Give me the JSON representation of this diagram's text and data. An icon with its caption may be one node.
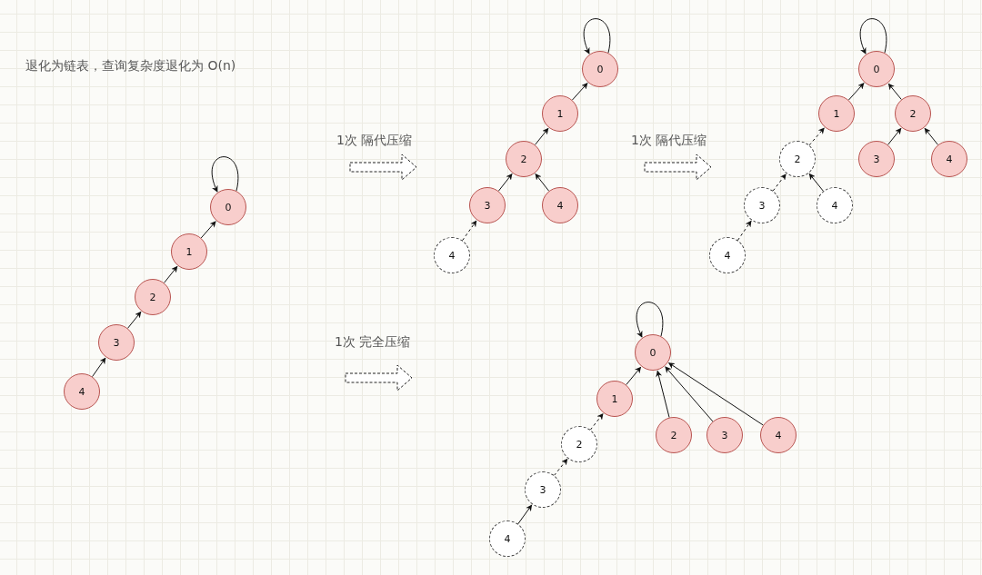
{
  "diagram": {
    "nodes": [
      {
        "text": [
          "0"
        ]
      },
      {
        "text": [
          "1"
        ]
      },
      {
        "text": [
          "2"
        ]
      },
      {
        "text": [
          "3"
        ]
      },
      {
        "text": [
          "4"
        ]
      },
      {
        "text": [
          "0"
        ]
      },
      {
        "text": [
          "1"
        ]
      },
      {
        "text": [
          "2"
        ]
      },
      {
        "text": [
          "3"
        ]
      },
      {
        "text": [
          "4"
        ]
      },
      {
        "text": [
          "4"
        ]
      },
      {
        "text": [
          "0"
        ]
      },
      {
        "text": [
          "1"
        ]
      },
      {
        "text": [
          "2"
        ]
      },
      {
        "text": [
          "3"
        ]
      },
      {
        "text": [
          "4"
        ]
      },
      {
        "text": [
          "2"
        ]
      },
      {
        "text": [
          "3"
        ]
      },
      {
        "text": [
          "4"
        ]
      },
      {
        "text": [
          "4"
        ]
      },
      {
        "text": [
          "0"
        ]
      },
      {
        "text": [
          "1"
        ]
      },
      {
        "text": [
          "2"
        ]
      },
      {
        "text": [
          "3"
        ]
      },
      {
        "text": [
          "4"
        ]
      },
      {
        "text": [
          "2"
        ]
      },
      {
        "text": [
          "3"
        ]
      },
      {
        "text": [
          "4"
        ]
      }
    ],
    "edges": [
      {
        "from": 0,
        "to": 0,
        "arrow": "to"
      },
      {
        "from": 1,
        "to": 0,
        "arrow": "to"
      },
      {
        "from": 2,
        "to": 1,
        "arrow": "to"
      },
      {
        "from": 3,
        "to": 2,
        "arrow": "to"
      },
      {
        "from": 4,
        "to": 3,
        "arrow": "to"
      },
      {
        "from": 5,
        "to": 5,
        "arrow": "to"
      },
      {
        "from": 6,
        "to": 5,
        "arrow": "to"
      },
      {
        "from": 7,
        "to": 6,
        "arrow": "to"
      },
      {
        "from": 8,
        "to": 7,
        "arrow": "to"
      },
      {
        "from": 9,
        "to": 7,
        "arrow": "to"
      },
      {
        "from": 10,
        "to": 8,
        "arrow": "to",
        "style": "dashed"
      },
      {
        "from": 11,
        "to": 11,
        "arrow": "to"
      },
      {
        "from": 12,
        "to": 11,
        "arrow": "to"
      },
      {
        "from": 13,
        "to": 11,
        "arrow": "to"
      },
      {
        "from": 14,
        "to": 13,
        "arrow": "to"
      },
      {
        "from": 15,
        "to": 13,
        "arrow": "to"
      },
      {
        "from": 16,
        "to": 12,
        "arrow": "to",
        "style": "dashed"
      },
      {
        "from": 17,
        "to": 16,
        "arrow": "to",
        "style": "dashed"
      },
      {
        "from": 18,
        "to": 16,
        "arrow": "to"
      },
      {
        "from": 19,
        "to": 17,
        "arrow": "to",
        "style": "dashed"
      },
      {
        "from": 20,
        "to": 20,
        "arrow": "to"
      },
      {
        "from": 21,
        "to": 20,
        "arrow": "to"
      },
      {
        "from": 22,
        "to": 20,
        "arrow": "to"
      },
      {
        "from": 23,
        "to": 20,
        "arrow": "to"
      },
      {
        "from": 24,
        "to": 20,
        "arrow": "to"
      },
      {
        "from": 25,
        "to": 21,
        "arrow": "to",
        "style": "dashed"
      },
      {
        "from": 26,
        "to": 25,
        "arrow": "to",
        "style": "dashed"
      },
      {
        "from": 27,
        "to": 26,
        "arrow": "to"
      }
    ],
    "labels": [
      "退化为链表，查询复杂度退化为 O(n)",
      "1次 隔代压缩",
      "1次 隔代压缩",
      "1次 完全压缩"
    ]
  }
}
